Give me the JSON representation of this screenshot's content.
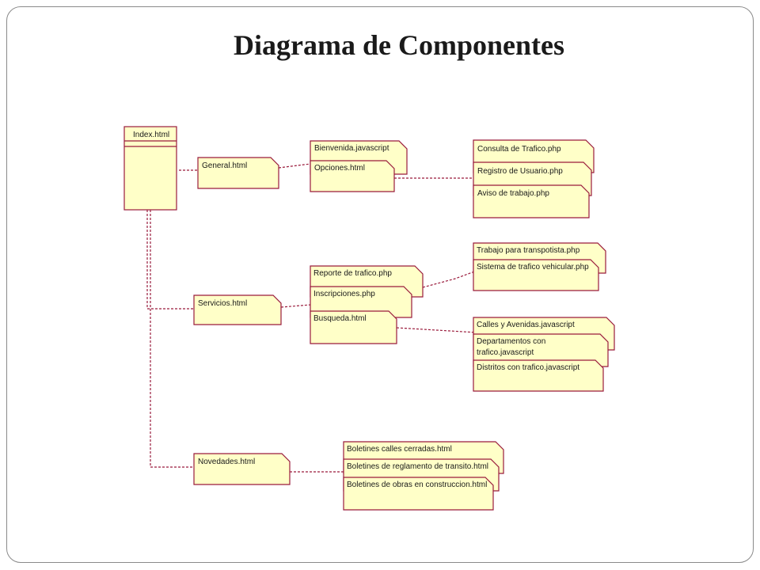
{
  "title": "Diagrama de Componentes",
  "colors": {
    "box_fill": "#ffffc8",
    "box_stroke": "#9a1b3c",
    "connector": "#9a1b3c"
  },
  "components": {
    "index": "Index.html",
    "general": "General.html",
    "servicios": "Servicios.html",
    "novedades": "Novedades.html",
    "bienvenida": "Bienvenida.javascript",
    "opciones": "Opciones.html",
    "consulta": "Consulta de Trafico.php",
    "registro": "Registro de Usuario.php",
    "aviso": "Aviso de trabajo.php",
    "reporte": "Reporte de trafico.php",
    "inscripciones": "Inscripciones.php",
    "busqueda": "Busqueda.html",
    "trabajo": "Trabajo para transpotista.php",
    "sistema": "Sistema de trafico vehicular.php",
    "calles": "Calles y Avenidas.javascript",
    "departamentos_1": "Departamentos con",
    "departamentos_2": "trafico.javascript",
    "distritos": "Distritos con trafico.javascript",
    "boletines_calles": "Boletines calles cerradas.html",
    "boletines_reglamento": "Boletines de reglamento de transito.html",
    "boletines_obras": "Boletines de obras en construccion.html"
  }
}
